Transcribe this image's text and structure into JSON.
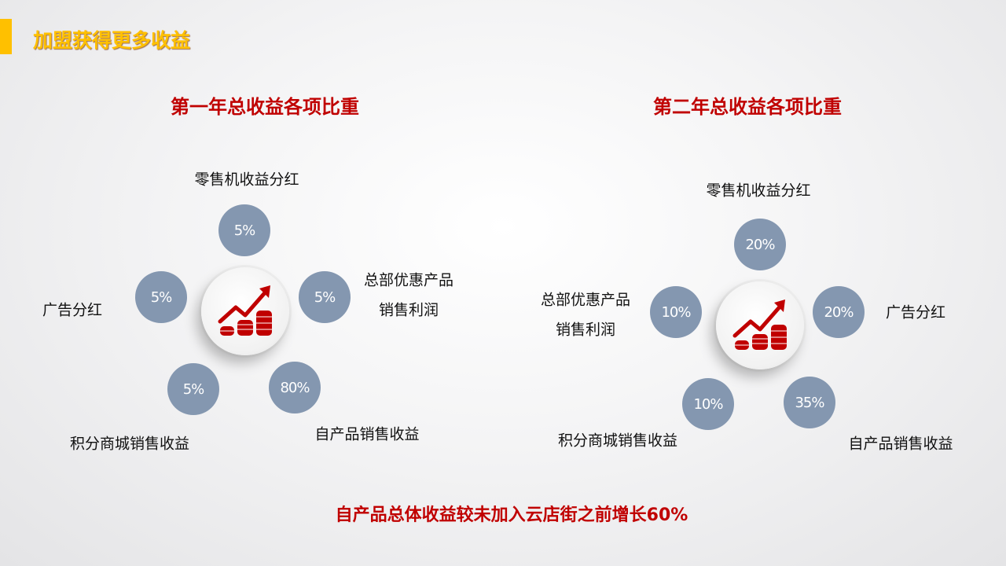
{
  "page_title": "加盟获得更多收益",
  "year1": {
    "title": "第一年总收益各项比重",
    "items": {
      "vending": {
        "label": "零售机收益分红",
        "value": "5%"
      },
      "ads": {
        "label": "广告分红",
        "value": "5%"
      },
      "hq": {
        "label1": "总部优惠产品",
        "label2": "销售利润",
        "value": "5%"
      },
      "mall": {
        "label": "积分商城销售收益",
        "value": "5%"
      },
      "own": {
        "label": "自产品销售收益",
        "value": "80%"
      }
    }
  },
  "year2": {
    "title": "第二年总收益各项比重",
    "items": {
      "vending": {
        "label": "零售机收益分红",
        "value": "20%"
      },
      "ads": {
        "label": "广告分红",
        "value": "20%"
      },
      "hq": {
        "label1": "总部优惠产品",
        "label2": "销售利润",
        "value": "10%"
      },
      "mall": {
        "label": "积分商城销售收益",
        "value": "10%"
      },
      "own": {
        "label": "自产品销售收益",
        "value": "35%"
      }
    }
  },
  "footer": "自产品总体收益较未加入云店街之前增长60%",
  "colors": {
    "accent": "#ffc000",
    "red": "#c00000",
    "bubble": "#8497b0"
  },
  "center_icon": "growth-chart-coins-icon"
}
